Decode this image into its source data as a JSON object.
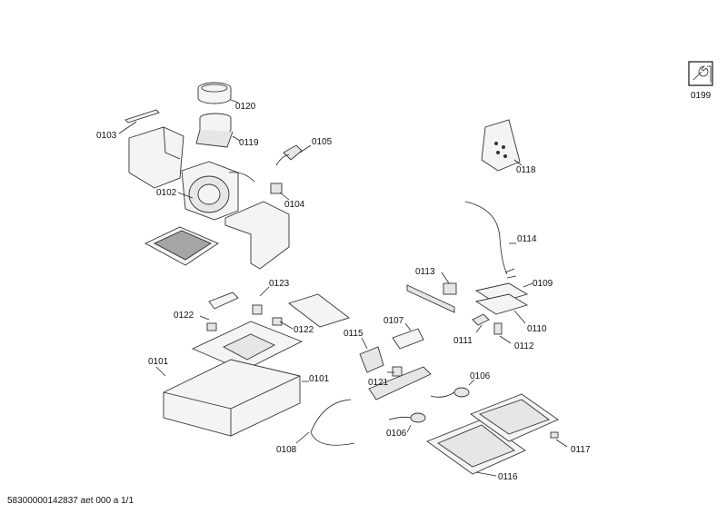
{
  "labels": {
    "p0199": "0199",
    "p0120": "0120",
    "p0119": "0119",
    "p0103": "0103",
    "p0105": "0105",
    "p0118": "0118",
    "p0102": "0102",
    "p0104": "0104",
    "p0114": "0114",
    "p0113": "0113",
    "p0109": "0109",
    "p0123": "0123",
    "p0122a": "0122",
    "p0122b": "0122",
    "p0110": "0110",
    "p0107": "0107",
    "p0115": "0115",
    "p0111": "0111",
    "p0112": "0112",
    "p0101a": "0101",
    "p0101b": "0101",
    "p0121": "0121",
    "p0106a": "0106",
    "p0106b": "0106",
    "p0108": "0108",
    "p0117": "0117",
    "p0116": "0116"
  },
  "footer": "58300000142837 aet 000 a 1/1"
}
